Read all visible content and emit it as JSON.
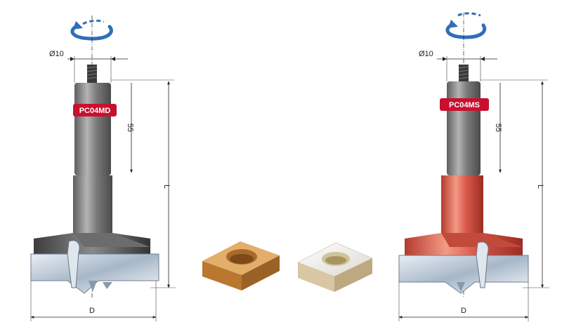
{
  "left_bit": {
    "model": "PC04MD",
    "shank_diameter_label": "Ø10",
    "shank_length_label": "55",
    "total_length_label": "L",
    "diameter_label": "D",
    "finish_color": "#8f8f8f",
    "badge_color": "#c8102e",
    "rotation_arrow_icon": "rotation-arrow-icon"
  },
  "right_bit": {
    "model": "PC04MS",
    "shank_diameter_label": "Ø10",
    "shank_length_label": "55",
    "total_length_label": "L",
    "diameter_label": "D",
    "finish_color": "#e06b58",
    "badge_color": "#c8102e",
    "rotation_arrow_icon": "rotation-arrow-icon"
  },
  "samples": {
    "wood_color": "#c98b45",
    "melamine_color": "#f1efe9"
  }
}
